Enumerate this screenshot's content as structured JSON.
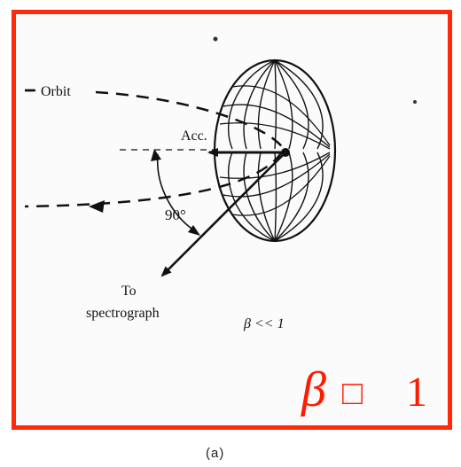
{
  "diagram": {
    "labels": {
      "orbit": "Orbit",
      "acceleration": "Acc.",
      "angle": "90°",
      "to": "To",
      "spectrograph": "spectrograph",
      "small_condition": "β << 1"
    },
    "overlay": {
      "beta": "β",
      "symbol_box": "□",
      "one": "1"
    },
    "caption": "(a)"
  },
  "colors": {
    "frame": "#ff2a0a",
    "overlay_text": "#ff1a00",
    "ink": "#111111"
  }
}
